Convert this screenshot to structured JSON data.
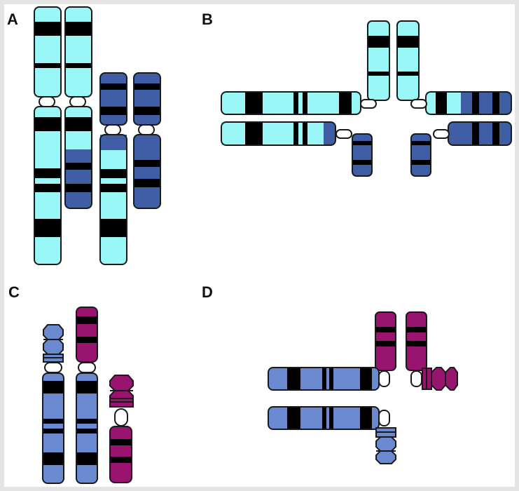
{
  "panels": {
    "a": "A",
    "b": "B",
    "c": "C",
    "d": "D"
  },
  "colors": {
    "background": "#e4e4e4",
    "card": "#ffffff",
    "cyan": "#9af7f7",
    "navy_blue": "#3f5ea6",
    "light_blue": "#6a89d1",
    "magenta": "#99146e",
    "band": "#000000",
    "centromere": "#ffffff"
  }
}
